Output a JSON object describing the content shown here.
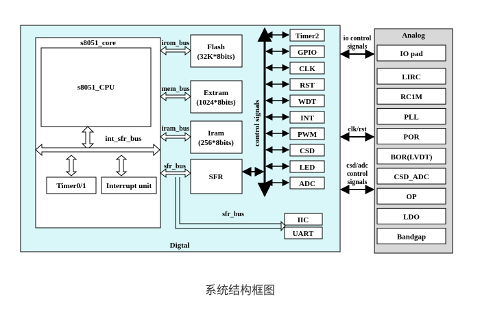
{
  "digital": {
    "label": "Digtal",
    "core": {
      "label": "s8051_core",
      "cpu": "s8051_CPU",
      "int_sfr_bus": "int_sfr_bus",
      "timer": "Timer0/1",
      "interrupt": "Interrupt unit"
    },
    "memories": {
      "flash": {
        "line1": "Flash",
        "line2": "(32K*8bits)",
        "bus": "irom_bus"
      },
      "extram": {
        "line1": "Extram",
        "line2": "(1024*8bits)",
        "bus": "mem_bus"
      },
      "iram": {
        "line1": "Iram",
        "line2": "(256*8bits)",
        "bus": "iram_bus"
      }
    },
    "sfr": "SFR",
    "sfr_bus_top": "sfr_bus",
    "sfr_bus_bottom": "sfr_bus",
    "control_signals": "control signals",
    "peripherals": [
      "Timer2",
      "GPIO",
      "CLK",
      "RST",
      "WDT",
      "INT",
      "PWM",
      "CSD",
      "LED",
      "ADC"
    ],
    "iic": "IIC",
    "uart": "UART"
  },
  "links": {
    "io": [
      "io control",
      "signals"
    ],
    "clk": [
      "clk/rst"
    ],
    "csd": [
      "csd/adc",
      "control",
      "signals"
    ]
  },
  "analog": {
    "label": "Analog",
    "blocks": [
      "IO pad",
      "LIRC",
      "RC1M",
      "PLL",
      "POR",
      "BOR(LVDT)",
      "CSD_ADC",
      "OP",
      "LDO",
      "Bandgap"
    ]
  },
  "caption": "系统结构框图",
  "colors": {
    "digital_fill": "#d9f6f8",
    "analog_fill": "#d8d8d8",
    "box_fill": "#ffffff",
    "line": "#000000"
  }
}
